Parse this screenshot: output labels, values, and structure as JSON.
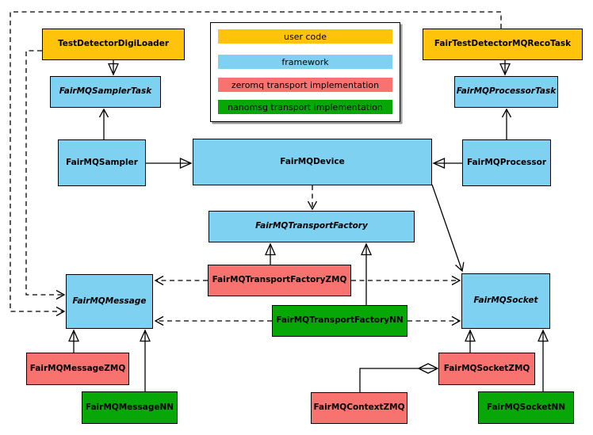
{
  "diagram": {
    "type": "uml-class-diagram",
    "colors": {
      "user_code": "#FFC30B",
      "framework": "#7FD1F2",
      "zeromq": "#F8736F",
      "nanomsg": "#06A706"
    },
    "legend": {
      "items": [
        {
          "label": "user code",
          "color": "#FFC30B"
        },
        {
          "label": "framework",
          "color": "#7FD1F2"
        },
        {
          "label": "zeromq transport implementation",
          "color": "#F8736F"
        },
        {
          "label": "nanomsg transport implementation",
          "color": "#06A706"
        }
      ]
    },
    "nodes": [
      {
        "label": "TestDetectorDigiLoader",
        "category": "user code",
        "abstract": false
      },
      {
        "label": "FairTestDetectorMQRecoTask",
        "category": "user code",
        "abstract": false
      },
      {
        "label": "FairMQSamplerTask",
        "category": "framework",
        "abstract": true
      },
      {
        "label": "FairMQProcessorTask",
        "category": "framework",
        "abstract": true
      },
      {
        "label": "FairMQSampler",
        "category": "framework",
        "abstract": false
      },
      {
        "label": "FairMQDevice",
        "category": "framework",
        "abstract": false
      },
      {
        "label": "FairMQProcessor",
        "category": "framework",
        "abstract": false
      },
      {
        "label": "FairMQTransportFactory",
        "category": "framework",
        "abstract": true
      },
      {
        "label": "FairMQTransportFactoryZMQ",
        "category": "zeromq",
        "abstract": false
      },
      {
        "label": "FairMQTransportFactoryNN",
        "category": "nanomsg",
        "abstract": false
      },
      {
        "label": "FairMQMessage",
        "category": "framework",
        "abstract": true
      },
      {
        "label": "FairMQSocket",
        "category": "framework",
        "abstract": true
      },
      {
        "label": "FairMQMessageZMQ",
        "category": "zeromq",
        "abstract": false
      },
      {
        "label": "FairMQMessageNN",
        "category": "nanomsg",
        "abstract": false
      },
      {
        "label": "FairMQContextZMQ",
        "category": "zeromq",
        "abstract": false
      },
      {
        "label": "FairMQSocketZMQ",
        "category": "zeromq",
        "abstract": false
      },
      {
        "label": "FairMQSocketNN",
        "category": "nanomsg",
        "abstract": false
      }
    ],
    "edges": [
      {
        "from": "TestDetectorDigiLoader",
        "to": "FairMQSamplerTask",
        "type": "inheritance-triangle",
        "line": "solid"
      },
      {
        "from": "FairTestDetectorMQRecoTask",
        "to": "FairMQProcessorTask",
        "type": "inheritance-triangle",
        "line": "solid"
      },
      {
        "from": "FairMQSampler",
        "to": "FairMQSamplerTask",
        "type": "arrow",
        "line": "solid"
      },
      {
        "from": "FairMQProcessor",
        "to": "FairMQProcessorTask",
        "type": "arrow",
        "line": "solid"
      },
      {
        "from": "FairMQSampler",
        "to": "FairMQDevice",
        "type": "inheritance-triangle",
        "line": "solid"
      },
      {
        "from": "FairMQProcessor",
        "to": "FairMQDevice",
        "type": "inheritance-triangle",
        "line": "solid"
      },
      {
        "from": "FairMQDevice",
        "to": "FairMQTransportFactory",
        "type": "arrow",
        "line": "dashed"
      },
      {
        "from": "FairMQDevice",
        "to": "FairMQSocket",
        "type": "arrow",
        "line": "solid"
      },
      {
        "from": "FairMQTransportFactoryZMQ",
        "to": "FairMQTransportFactory",
        "type": "inheritance-triangle",
        "line": "solid"
      },
      {
        "from": "FairMQTransportFactoryNN",
        "to": "FairMQTransportFactory",
        "type": "inheritance-triangle",
        "line": "solid"
      },
      {
        "from": "FairMQTransportFactoryZMQ",
        "to": "FairMQMessage",
        "type": "arrow",
        "line": "dashed"
      },
      {
        "from": "FairMQTransportFactoryZMQ",
        "to": "FairMQSocket",
        "type": "arrow",
        "line": "dashed"
      },
      {
        "from": "FairMQTransportFactoryNN",
        "to": "FairMQMessage",
        "type": "arrow",
        "line": "dashed"
      },
      {
        "from": "FairMQTransportFactoryNN",
        "to": "FairMQSocket",
        "type": "arrow",
        "line": "dashed"
      },
      {
        "from": "FairMQMessageZMQ",
        "to": "FairMQMessage",
        "type": "inheritance-triangle",
        "line": "solid"
      },
      {
        "from": "FairMQMessageNN",
        "to": "FairMQMessage",
        "type": "inheritance-triangle",
        "line": "solid"
      },
      {
        "from": "FairMQSocketZMQ",
        "to": "FairMQSocket",
        "type": "inheritance-triangle",
        "line": "solid"
      },
      {
        "from": "FairMQSocketNN",
        "to": "FairMQSocket",
        "type": "inheritance-triangle",
        "line": "solid"
      },
      {
        "from": "FairMQContextZMQ",
        "to": "FairMQSocketZMQ",
        "type": "composition-diamond",
        "line": "solid"
      },
      {
        "from": "TestDetectorDigiLoader",
        "to": "FairMQMessage",
        "type": "arrow",
        "line": "dashed"
      },
      {
        "from": "FairTestDetectorMQRecoTask",
        "to": "FairMQMessage",
        "type": "arrow",
        "line": "dashed"
      }
    ]
  }
}
